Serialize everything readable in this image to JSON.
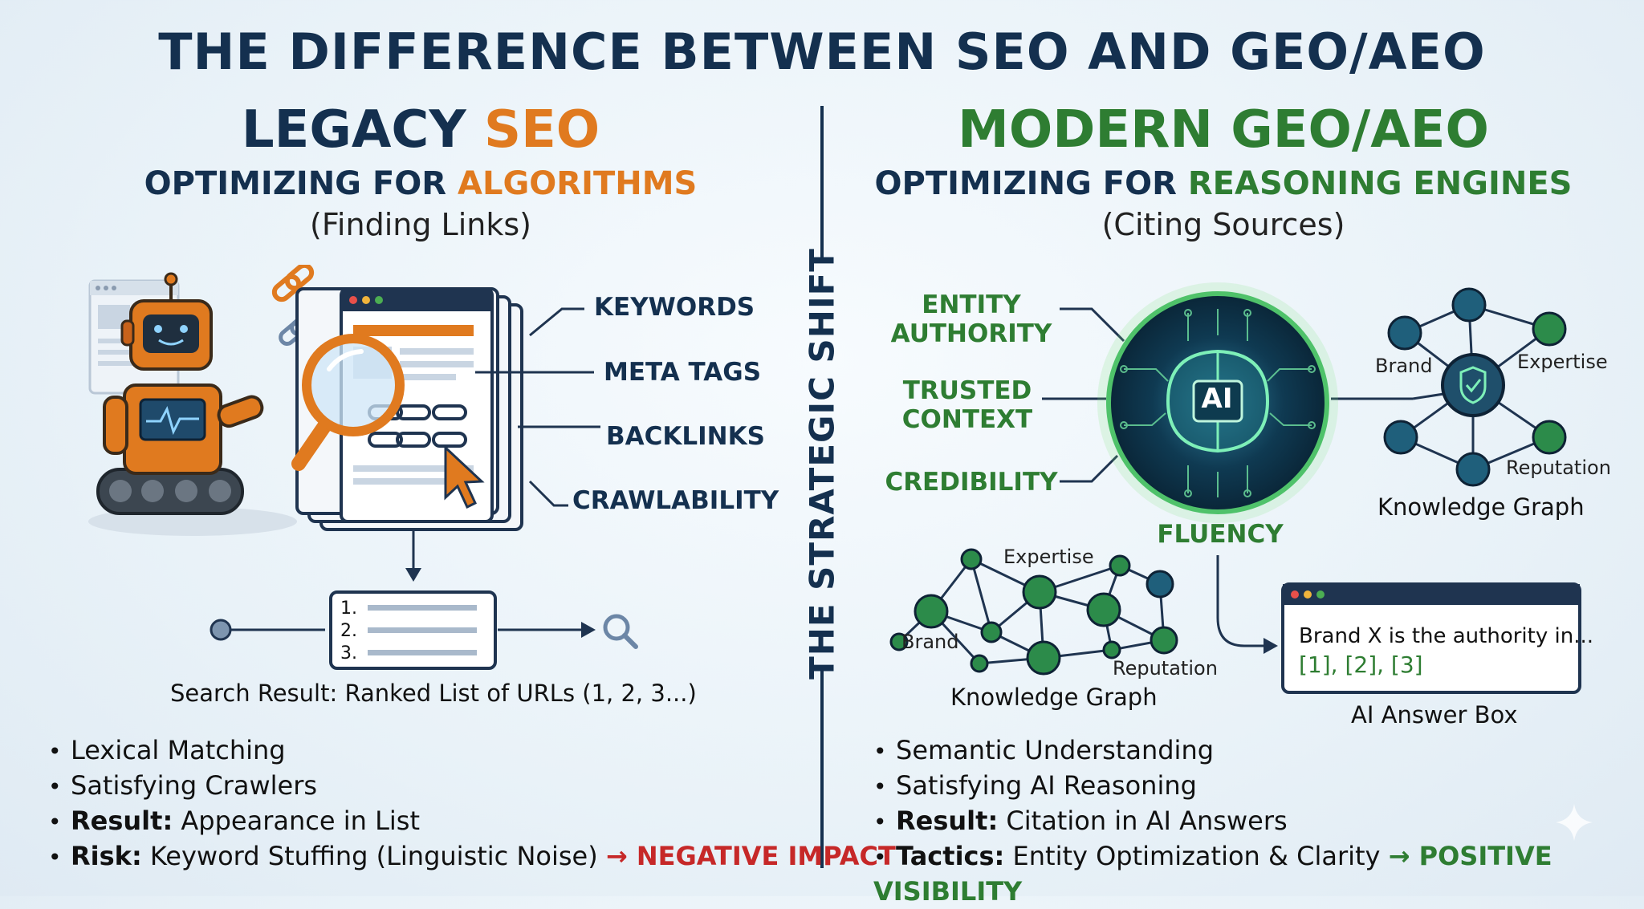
{
  "title": "THE DIFFERENCE BETWEEN SEO AND GEO/AEO",
  "divider_label": "THE STRATEGIC SHIFT",
  "left": {
    "heading_part1": "LEGACY ",
    "heading_part2": "SEO",
    "sub_part1": "OPTIMIZING FOR ",
    "sub_part2": "ALGORITHMS",
    "paren": "(Finding Links)",
    "labels": [
      "KEYWORDS",
      "META TAGS",
      "BACKLINKS",
      "CRAWLABILITY"
    ],
    "list_numbers": [
      "1.",
      "2.",
      "3."
    ],
    "caption": "Search Result: Ranked List of URLs (1, 2, 3...)",
    "bullets": {
      "b1": "Lexical Matching",
      "b2": "Satisfying Crawlers",
      "b3_label": "Result:",
      "b3_text": " Appearance in List",
      "b4_label": "Risk:",
      "b4_text": " Keyword Stuffing (Linguistic Noise) ",
      "b4_arrow": "→ ",
      "b4_impact": "NEGATIVE IMPACT"
    }
  },
  "right": {
    "heading": "MODERN GEO/AEO",
    "sub_part1": "OPTIMIZING FOR ",
    "sub_part2": "REASONING ENGINES",
    "paren": "(Citing Sources)",
    "factors": {
      "entity1": "ENTITY",
      "entity2": "AUTHORITY",
      "trusted1": "TRUSTED",
      "trusted2": "CONTEXT",
      "credibility": "CREDIBILITY",
      "fluency": "FLUENCY"
    },
    "ai_label": "AI",
    "kg_right": {
      "brand": "Brand",
      "expertise": "Expertise",
      "reputation": "Reputation",
      "caption": "Knowledge Graph"
    },
    "kg_bottom": {
      "brand": "Brand",
      "expertise": "Expertise",
      "reputation": "Reputation",
      "caption": "Knowledge Graph"
    },
    "answer_box": {
      "text": "Brand X is the authority in...",
      "citations": "[1], [2], [3]",
      "caption": "AI Answer Box"
    },
    "bullets": {
      "b1": "Semantic Understanding",
      "b2": "Satisfying AI Reasoning",
      "b3_label": "Result:",
      "b3_text": " Citation in AI Answers",
      "b4_label": "Tactics:",
      "b4_text": " Entity Optimization & Clarity ",
      "b4_arrow": "→ ",
      "b4_impact": "POSITIVE VISIBILITY"
    }
  },
  "colors": {
    "navy": "#14304f",
    "orange": "#e07a1f",
    "green": "#2e7d32",
    "red": "#c62828"
  }
}
